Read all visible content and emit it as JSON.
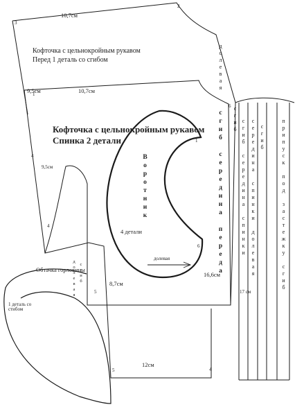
{
  "front": {
    "title": "Кофточка с цельнокройным рукавом",
    "subtitle": "Перед 1 деталь со сгибом",
    "width_label": "10,7см",
    "depth_label": "16,6см",
    "grain_label": "долевая",
    "fold_label": "сгиб середина переда"
  },
  "back": {
    "title": "Кофточка с цельнокройным рукавом",
    "subtitle": "Спинка 2 детали",
    "width_label": "10,7см",
    "side_label": "9,5см",
    "sleeve_label": "9,5см",
    "waist_label": "8,7см",
    "hem_label": "12см",
    "fold_label": "сгиб"
  },
  "collar": {
    "name": "Воротник",
    "count": "4 детали",
    "grain_label": "долевая"
  },
  "neck_facing": {
    "title": "Обтачка горловины",
    "grain_label": "долевая",
    "fold_label": "сгиб",
    "count": "1 деталь со стибом"
  },
  "strips": {
    "strip1": "сгиб середина спинки",
    "strip2": "середина спинки долевая",
    "strip3": "сгиб",
    "strip4": "припуск под застежку сгиб",
    "length_label": "17 см"
  },
  "markers": [
    "1",
    "2",
    "3",
    "4",
    "4",
    "5",
    "5",
    "6",
    "6",
    "4",
    "1"
  ]
}
